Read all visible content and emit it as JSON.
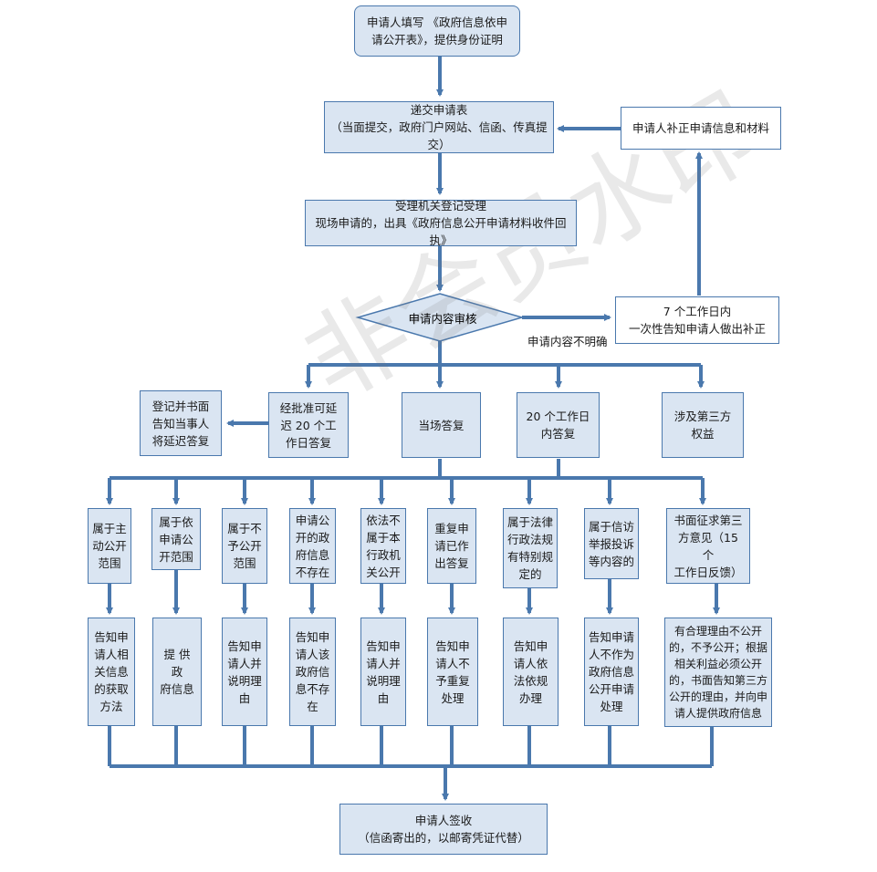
{
  "nodes": {
    "apply_form": "申请人填写 《政府信息依申\n请公开表》，提供身份证明",
    "submit": "递交申请表\n（当面提交，政府门户网站、信函、传真提交）",
    "supplement": "申请人补正申请信息和材料",
    "register": "受理机关登记受理\n现场申请的，出具《政府信息公开申请材料收件回执》",
    "review": "申请内容审核",
    "notify_correction": "7 个工作日内\n一次性告知申请人做出补正",
    "unclear_label": "申请内容不明确",
    "notify_delay": "登记并书面\n告知当事人\n将延迟答复",
    "extend": "经批准可延\n迟 20 个工\n作日答复",
    "onsite": "当场答复",
    "days20": "20 个工作日\n内答复",
    "third_party": "涉及第三方\n权益",
    "cat1": "属于主\n动公开\n范围",
    "cat2": "属于依\n申请公\n开范围",
    "cat3": "属于不\n予公开\n范围",
    "cat4": "申请公\n开的政\n府信息\n不存在",
    "cat5": "依法不\n属于本\n行政机\n关公开",
    "cat6": "重复申\n请已作\n出答复",
    "cat7": "属于法律\n行政法规\n有特别规\n定的",
    "cat8": "属于信访\n举报投诉\n等内容的",
    "cat9": "书面征求第三\n方意见（15 个\n工作日反馈）",
    "res1": "告知申\n请人相\n关信息\n的获取\n方法",
    "res2": "提 供 政\n府信息",
    "res3": "告知申\n请人并\n说明理\n由",
    "res4": "告知申\n请人该\n政府信\n息不存\n在",
    "res5": "告知申\n请人并\n说明理\n由",
    "res6": "告知申\n请人不\n予重复\n处理",
    "res7": "告知申\n请人依\n法依规\n办理",
    "res8": "告知申请\n人不作为\n政府信息\n公开申请\n处理",
    "res9": "有合理理由不公开\n的，不予公开；根据\n相关利益必须公开\n的，书面告知第三方\n公开的理由，并向申\n请人提供政府信息",
    "sign": "申请人签收\n（信函寄出的，以邮寄凭证代替）"
  },
  "watermark": "非会员水印",
  "colors": {
    "line": "#4a78ad",
    "fill": "#dae5f2",
    "border": "#4a78ad"
  }
}
